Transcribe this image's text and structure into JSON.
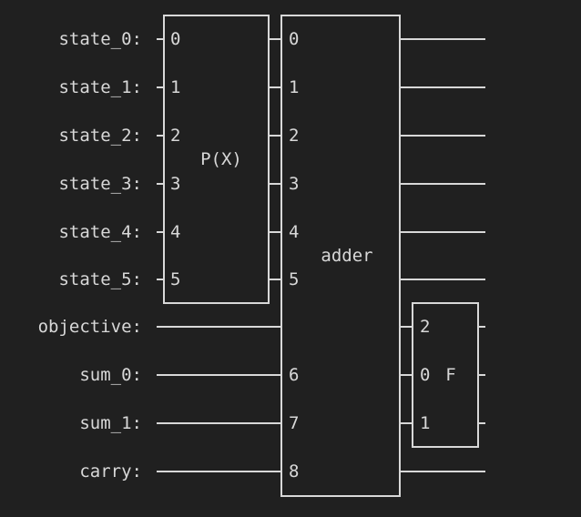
{
  "colors": {
    "background": "#202020",
    "foreground": "#d8d8d8"
  },
  "qubits": [
    {
      "label": "state_0:"
    },
    {
      "label": "state_1:"
    },
    {
      "label": "state_2:"
    },
    {
      "label": "state_3:"
    },
    {
      "label": "state_4:"
    },
    {
      "label": "state_5:"
    },
    {
      "label": "objective:"
    },
    {
      "label": "sum_0:"
    },
    {
      "label": "sum_1:"
    },
    {
      "label": "carry:"
    }
  ],
  "gates": [
    {
      "name": "P(X)",
      "inputs": [
        "0",
        "1",
        "2",
        "3",
        "4",
        "5"
      ]
    },
    {
      "name": "adder",
      "inputs": [
        "0",
        "1",
        "2",
        "3",
        "4",
        "5",
        "",
        "6",
        "7",
        "8"
      ]
    },
    {
      "name": "F",
      "inputs": [
        "2",
        "0",
        "1"
      ]
    }
  ]
}
